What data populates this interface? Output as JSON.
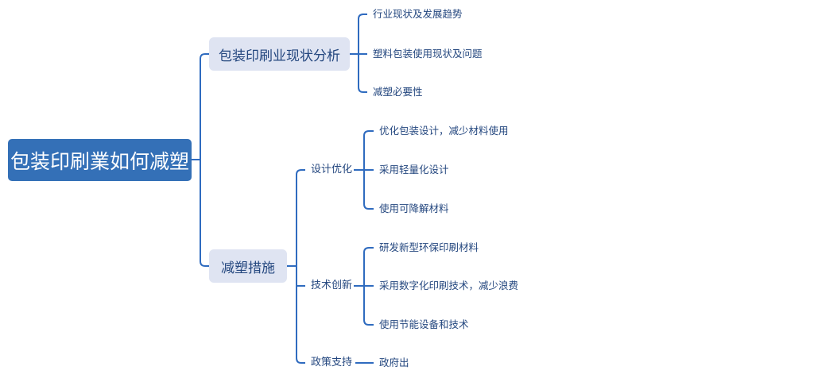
{
  "root": "包装印刷業如何减塑",
  "branches": [
    {
      "label": "包装印刷业现状分析",
      "children": [
        "行业现状及发展趋势",
        "塑料包装使用现状及问题",
        "减塑必要性"
      ]
    },
    {
      "label": "减塑措施",
      "children": [
        {
          "label": "设计优化",
          "children": [
            "优化包装设计，减少材料使用",
            "采用轻量化设计",
            "使用可降解材料"
          ]
        },
        {
          "label": "技术创新",
          "children": [
            "研发新型环保印刷材料",
            "采用数字化印刷技术，减少浪费",
            "使用节能设备和技术"
          ]
        },
        {
          "label": "政策支持",
          "children": [
            "政府出"
          ]
        }
      ]
    }
  ],
  "colors": {
    "line": "#2f6bbf",
    "root_fill": "#3470b7",
    "node_fill": "#dfe4f2",
    "text": "#24477f"
  }
}
